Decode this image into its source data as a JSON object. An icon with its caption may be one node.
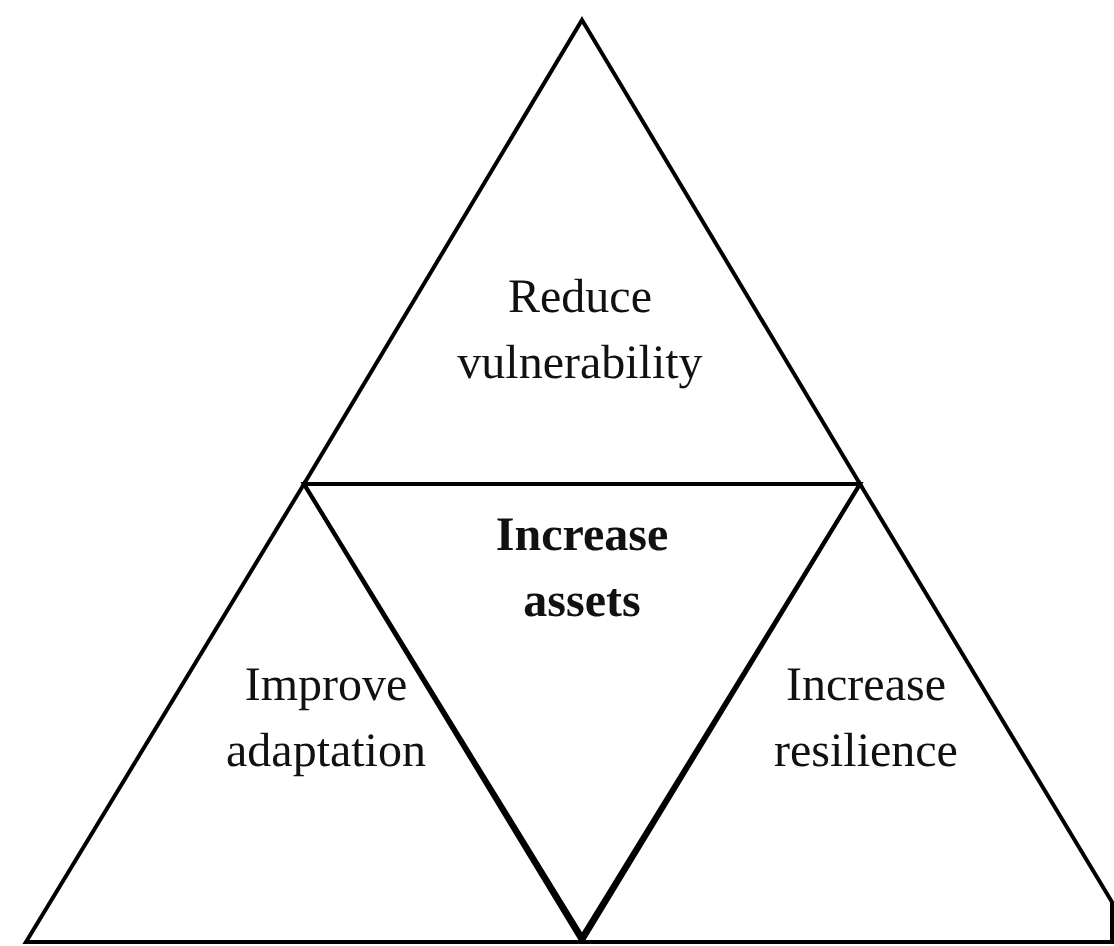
{
  "diagram": {
    "nodes": [
      {
        "text": [
          "Reduce vulnerability"
        ]
      },
      {
        "text": [
          "Increase assets"
        ]
      },
      {
        "text": [
          "Improve adaptation"
        ]
      },
      {
        "text": [
          "Increase resilience"
        ]
      }
    ]
  }
}
